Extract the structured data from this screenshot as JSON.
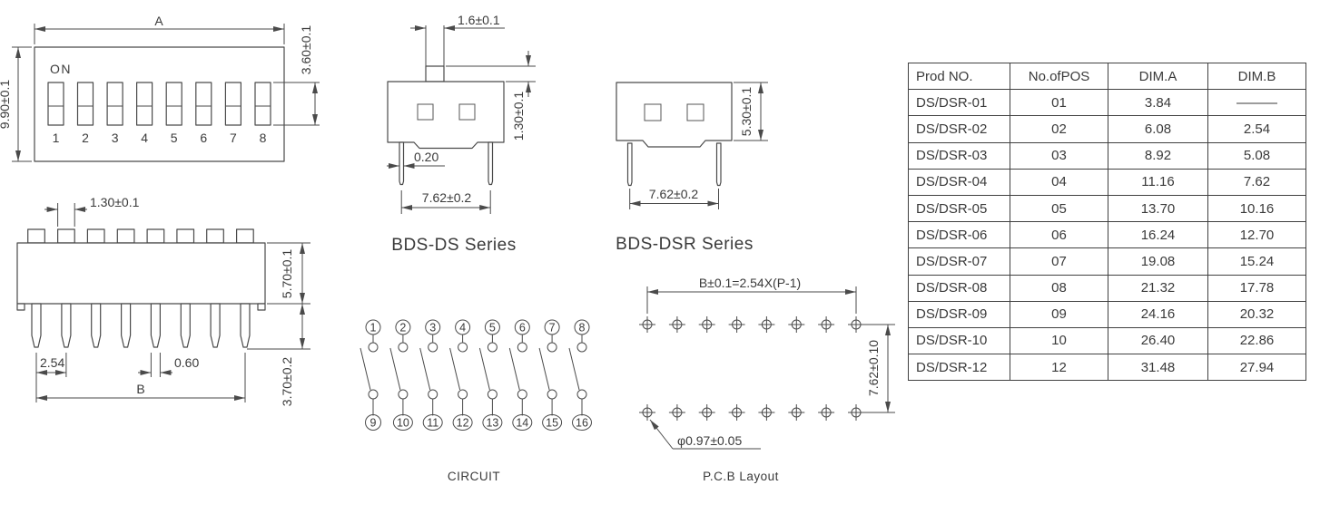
{
  "colors": {
    "line": "#4a4a4a",
    "text": "#3a3a3a",
    "background": "#ffffff"
  },
  "top_view": {
    "on_label": "ON",
    "switch_numbers": [
      "1",
      "2",
      "3",
      "4",
      "5",
      "6",
      "7",
      "8"
    ],
    "dim_width": "A",
    "dim_height": "9.90±0.1",
    "dim_actuator": "3.60±0.1"
  },
  "side_view": {
    "dim_actuator_width": "1.30±0.1",
    "dim_body_height": "5.70±0.1",
    "dim_pin_length": "3.70±0.2",
    "dim_pin_pitch": "2.54",
    "dim_pin_width": "0.60",
    "dim_span": "B"
  },
  "ds_view": {
    "label": "BDS-DS Series",
    "dim_actuator_width": "1.6±0.1",
    "dim_actuator_height": "1.30±0.1",
    "dim_pin_thickness": "0.20",
    "dim_row_spacing": "7.62±0.2"
  },
  "dsr_view": {
    "label": "BDS-DSR Series",
    "dim_body_height": "5.30±0.1",
    "dim_row_spacing": "7.62±0.2"
  },
  "circuit": {
    "label": "CIRCUIT",
    "top_pins": [
      "1",
      "2",
      "3",
      "4",
      "5",
      "6",
      "7",
      "8"
    ],
    "bottom_pins": [
      "9",
      "10",
      "11",
      "12",
      "13",
      "14",
      "15",
      "16"
    ]
  },
  "pcb": {
    "label": "P.C.B Layout",
    "dim_span_formula": "B±0.1=2.54X(P-1)",
    "dim_row_spacing": "7.62±0.10",
    "dim_hole_diameter": "φ0.97±0.05"
  },
  "table": {
    "headers": [
      "Prod NO.",
      "No.ofPOS",
      "DIM.A",
      "DIM.B"
    ],
    "rows": [
      [
        "DS/DSR-01",
        "01",
        "3.84",
        "———"
      ],
      [
        "DS/DSR-02",
        "02",
        "6.08",
        "2.54"
      ],
      [
        "DS/DSR-03",
        "03",
        "8.92",
        "5.08"
      ],
      [
        "DS/DSR-04",
        "04",
        "11.16",
        "7.62"
      ],
      [
        "DS/DSR-05",
        "05",
        "13.70",
        "10.16"
      ],
      [
        "DS/DSR-06",
        "06",
        "16.24",
        "12.70"
      ],
      [
        "DS/DSR-07",
        "07",
        "19.08",
        "15.24"
      ],
      [
        "DS/DSR-08",
        "08",
        "21.32",
        "17.78"
      ],
      [
        "DS/DSR-09",
        "09",
        "24.16",
        "20.32"
      ],
      [
        "DS/DSR-10",
        "10",
        "26.40",
        "22.86"
      ],
      [
        "DS/DSR-12",
        "12",
        "31.48",
        "27.94"
      ]
    ]
  }
}
